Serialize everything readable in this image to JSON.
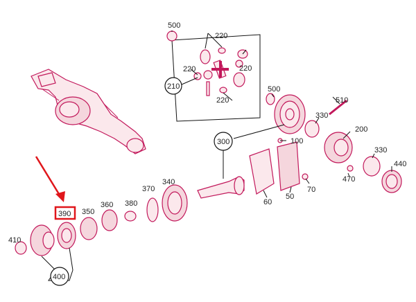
{
  "labels": {
    "p500a": "500",
    "p220a": "220",
    "p220b": "220",
    "p220c": "220",
    "p220d": "220",
    "p210": "210",
    "p500b": "500",
    "p510": "510",
    "p330a": "330",
    "p200": "200",
    "p100": "100",
    "p300": "300",
    "p330b": "330",
    "p440": "440",
    "p470": "470",
    "p60": "60",
    "p50": "50",
    "p70": "70",
    "p340": "340",
    "p370": "370",
    "p380": "380",
    "p360": "360",
    "p350": "350",
    "p390": "390",
    "p410": "410",
    "p400": "400"
  },
  "colors": {
    "part_stroke": "#c2185b",
    "part_fill": "#fbe8ec",
    "highlight": "#e0161b",
    "arrow": "#e0161b"
  },
  "highlighted_part": "390"
}
